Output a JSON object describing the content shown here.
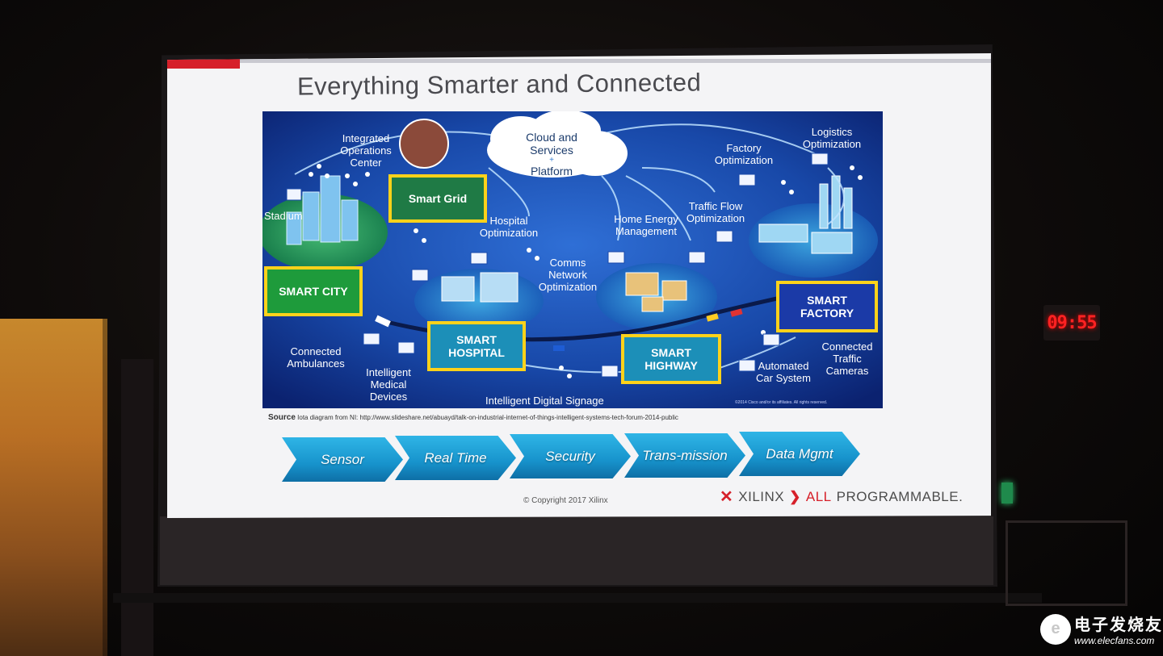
{
  "slide": {
    "title": "Everything Smarter and Connected",
    "source_label": "Source",
    "source_text": "Iota diagram from NI: http://www.slideshare.net/abuayd/talk-on-industrial-internet-of-things-intelligent-systems-tech-forum-2014-public",
    "copyright": "© Copyright 2017 Xilinx",
    "brand_name": "XILINX",
    "brand_all": "ALL",
    "brand_tail": "PROGRAMMABLE."
  },
  "diagram": {
    "cloud": {
      "line1": "Cloud and",
      "line2": "Services",
      "plus": "+",
      "line3": "Platform"
    },
    "highlights": {
      "smart_grid": "Smart Grid",
      "smart_city": "SMART CITY",
      "smart_hospital": "SMART HOSPITAL",
      "smart_highway": "SMART HIGHWAY",
      "smart_factory": "SMART FACTORY"
    },
    "labels": {
      "integrated_ops": "Integrated Operations Center",
      "stadium": "Stadium",
      "hospital_opt": "Hospital Optimization",
      "comms_network": "Comms Network Optimization",
      "home_energy": "Home Energy Management",
      "traffic_flow": "Traffic Flow Optimization",
      "factory_opt": "Factory Optimization",
      "logistics_opt": "Logistics Optimization",
      "connected_ambulances": "Connected Ambulances",
      "intelligent_medical": "Intelligent Medical Devices",
      "digital_signage": "Intelligent  Digital Signage",
      "automated_car": "Automated Car System",
      "connected_cameras": "Connected Traffic Cameras",
      "diagram_copyright": "©2014 Cisco and/or its affiliates. All rights reserved."
    }
  },
  "chevrons": [
    "Sensor",
    "Real Time",
    "Security",
    "Trans-mission",
    "Data Mgmt"
  ],
  "clock": "09:55",
  "watermark": {
    "logo": "e",
    "title": "电子发烧友",
    "url": "www.elecfans.com"
  }
}
